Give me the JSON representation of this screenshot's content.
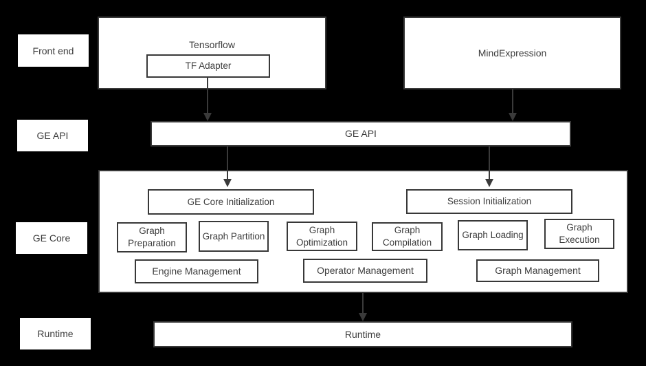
{
  "colors": {
    "background": "#000000",
    "box_fill": "#ffffff",
    "box_border": "#383838",
    "text": "#3d3d3d",
    "arrow": "#3a3a3a"
  },
  "side_labels": [
    {
      "label": "Front end"
    },
    {
      "label": "GE API"
    },
    {
      "label": "GE Core"
    },
    {
      "label": "Runtime"
    }
  ],
  "front_end": {
    "tensorflow_label": "Tensorflow",
    "tf_adapter_label": "TF Adapter",
    "mind_expression_label": "MindExpression"
  },
  "ge_api": {
    "label": "GE API"
  },
  "ge_core": {
    "init": [
      {
        "label": "GE Core Initialization"
      },
      {
        "label": "Session Initialization"
      }
    ],
    "pipeline": [
      {
        "label": "Graph Preparation"
      },
      {
        "label": "Graph Partition"
      },
      {
        "label": "Graph Optimization"
      },
      {
        "label": "Graph Compilation"
      },
      {
        "label": "Graph Loading"
      },
      {
        "label": "Graph Execution"
      }
    ],
    "management": [
      {
        "label": "Engine Management"
      },
      {
        "label": "Operator Management"
      },
      {
        "label": "Graph Management"
      }
    ]
  },
  "runtime": {
    "label": "Runtime"
  }
}
